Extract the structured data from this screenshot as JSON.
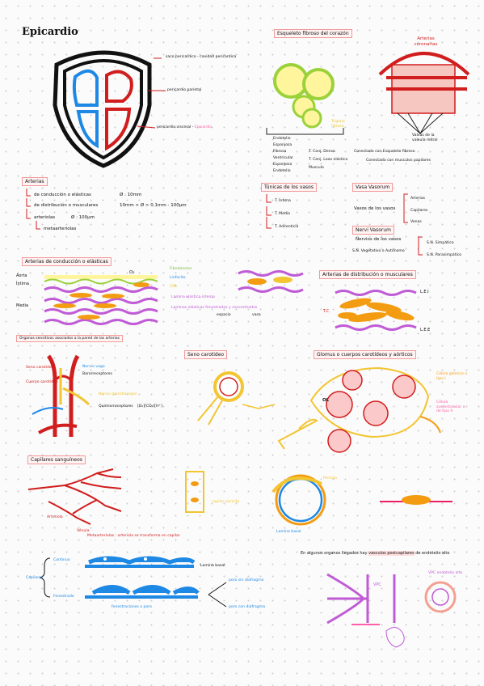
{
  "title": "Epicardio",
  "heart_labels": {
    "saco": "saco pericardico - cavidad pericardica",
    "parietal": "pericardio parietal",
    "visceral_a": "pericardio visceral - ",
    "visceral_b": "Epicardio"
  },
  "esqueleto": {
    "title": "Esqueleto fibroso del corazón",
    "arterias": "Arterias coronarias",
    "valvulas": "Valvas de la valvula mitral",
    "trigono": "Trigono fibroso",
    "layers": [
      "Endotelio",
      "Esponjosa",
      "Fibrosa",
      "Ventricular",
      "Esponjosa",
      "Endotelio"
    ],
    "rel1": "T. Conj. Denso",
    "rel1b": "Conectado con Esqueleto fibroso",
    "rel2": "T. Conj. Laxo elástico",
    "rel2b": "Conectado con musculos papilares",
    "rel3": "Musculo"
  },
  "arterias": {
    "title": "Arterias",
    "item1": "de conducción o elásticas",
    "item1v": "Ø : 10mm",
    "item2": "de distribución o musculares",
    "item2v": "10mm > Ø > 0,1mm - 100µm",
    "item3": "arteriolas",
    "item3v": "Ø : 100µm",
    "item4": "metaarteriolas"
  },
  "tunicas": {
    "title": "Túnicas de los vasos",
    "items": [
      "T. Íntima",
      "T. Media",
      "T. Adventicia"
    ]
  },
  "vasa": {
    "title": "Vasa Vasorum",
    "lead": "Vasos de los vasos",
    "items": [
      "Arterias",
      "Capilares",
      "Venas"
    ]
  },
  "nervi": {
    "title": "Nervi Vasorum",
    "lead": "Nervios de los vasos",
    "sn": "S.N. Vegetativo o Autónomo",
    "s1": "S.N. Simpático",
    "s2": "S.N. Parasimpático"
  },
  "conduccion": {
    "title": "Arterias de conducción o elásticas",
    "aorta": "Aorta",
    "intima": "Íntima",
    "media": "Media",
    "o2": "O₂",
    "fib": "Fibroblastos",
    "lig": "Linfocito",
    "cml": "CML",
    "lamina1": "Lamina elástica interna",
    "lamina2": "Laminas elásticas fenestradas y concentradas",
    "espacio": "espacio",
    "vasa": "vasa"
  },
  "distribucion": {
    "title": "Arterias de distribución o musculares",
    "lei": "L.E.I",
    "lee": "L.E.E",
    "tc": "T.C"
  },
  "organos": {
    "title": "Órganos sensitivos asociados a la pared de las arterias",
    "seno_label": "Seno carotideo",
    "cuerpo_label": "Cuerpo carotideo",
    "baro": "Barorreceptores",
    "quimio": "Quimiorreceptores",
    "quimio2": "[O₂][CO₂][H⁺]",
    "nervio": "Nervio glosofaringeo",
    "vago": "Nervio vago"
  },
  "seno": {
    "title": "Seno carotideo"
  },
  "glomus": {
    "title": "Glomus o cuerpos carotídeos y aórticos",
    "ol": "OL",
    "c1": "Célula glómica o tipo I",
    "c2": "Célula sustentacular o de tipo II"
  },
  "capilares": {
    "title": "Capilares sanguíneos",
    "arteriola": "Arteriola",
    "venula": "Vénula",
    "meta": "Metaarteriolas : arteriola se transforma en capilar",
    "pericito": "Pericito",
    "lamina": "Lamina basal",
    "capilar": "capilar pericito"
  },
  "continuos": {
    "label": "Capilares",
    "continuo": "Continuo",
    "fenestrado": "Fenestrado",
    "lamina": "Lamina basal",
    "poro1": "poro sin diafragma",
    "poro2": "poro con diafragma",
    "fen": "fenestraciones o poro"
  },
  "sinusoide": {
    "text": "En algunos organos llegados hay",
    "highlight": "vasculos postcapilares",
    "text2": "de endotelio alto",
    "vpc": "VPC",
    "vpc2": "VPC endotelio alto"
  }
}
